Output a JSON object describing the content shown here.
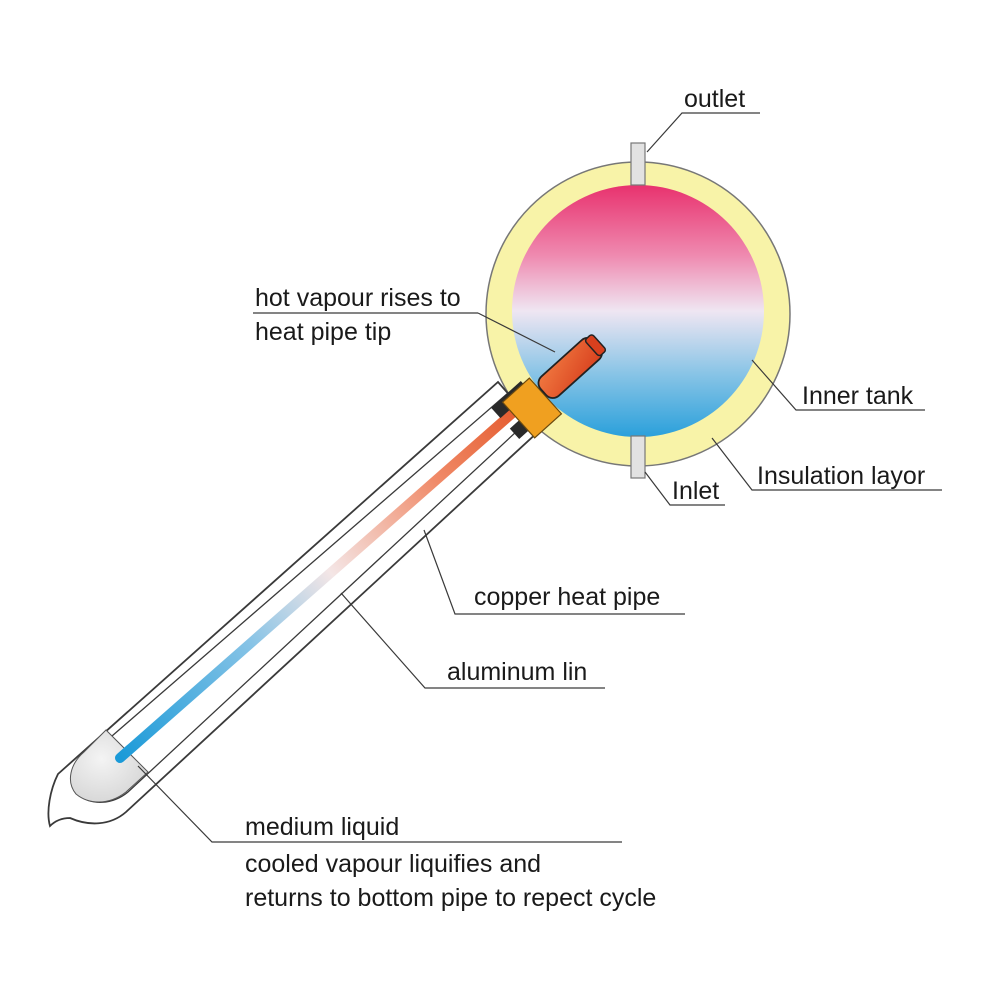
{
  "labels": {
    "outlet": "outlet",
    "hot_vapour_line1": "hot vapour rises to",
    "hot_vapour_line2": "heat pipe tip",
    "inner_tank": "Inner tank",
    "insulation_layer": "Insulation layor",
    "inlet": "Inlet",
    "copper_heat_pipe": "copper heat pipe",
    "aluminum_lin": "aluminum lin",
    "medium_liquid": "medium liquid",
    "cooled_line1": "cooled vapour liquifies and",
    "cooled_line2": "returns to bottom pipe to repect cycle"
  },
  "colors": {
    "insulation": "#f8f3a8",
    "tank_top": "#e8326e",
    "tank_middle": "#efe6f2",
    "tank_bottom": "#2aa0db",
    "pipe_hot": "#e4582a",
    "pipe_cold": "#1b9ad8",
    "condenser": "#e85a2a",
    "collar": "#f0a020",
    "seal": "#2a2a2a",
    "tube_outline": "#3a3a3a",
    "ports": "#e0e0e0"
  }
}
